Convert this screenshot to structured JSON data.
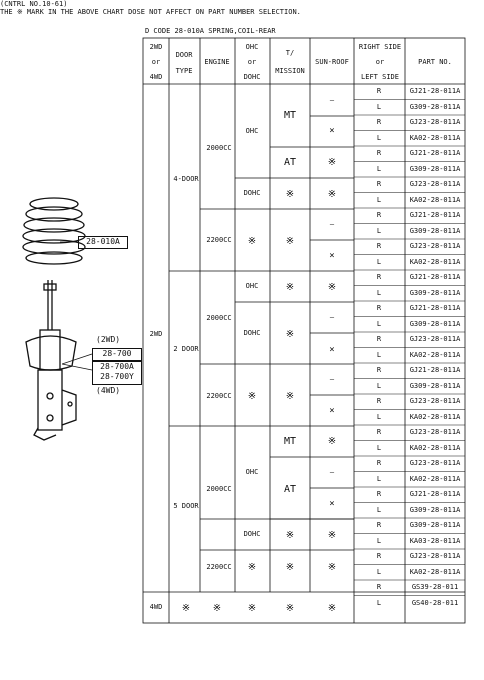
{
  "title": "D CODE  28-010A SPRING,COIL-REAR",
  "headers": {
    "wd": [
      "2WD",
      "or",
      "4WD"
    ],
    "door": [
      "DOOR",
      "TYPE"
    ],
    "engine": "ENGINE",
    "ohc": [
      "OHC",
      "or",
      "DOHC"
    ],
    "mission": [
      "T/",
      "MISSION"
    ],
    "sunroof": "SUN-ROOF",
    "side": [
      "RIGHT SIDE",
      "or",
      "LEFT SIDE"
    ],
    "part": "PART NO."
  },
  "rows": [
    {
      "side": "R",
      "part": "GJ21-28-011A"
    },
    {
      "side": "L",
      "part": "G309-28-011A"
    },
    {
      "side": "R",
      "part": "GJ23-28-011A"
    },
    {
      "side": "L",
      "part": "KA02-28-011A"
    },
    {
      "side": "R",
      "part": "GJ21-28-011A"
    },
    {
      "side": "L",
      "part": "G309-28-011A"
    },
    {
      "side": "R",
      "part": "GJ23-28-011A"
    },
    {
      "side": "L",
      "part": "KA02-28-011A"
    },
    {
      "side": "R",
      "part": "GJ21-28-011A"
    },
    {
      "side": "L",
      "part": "G309-28-011A"
    },
    {
      "side": "R",
      "part": "GJ23-28-011A"
    },
    {
      "side": "L",
      "part": "KA02-28-011A"
    },
    {
      "side": "R",
      "part": "GJ21-28-011A"
    },
    {
      "side": "L",
      "part": "G309-28-011A"
    },
    {
      "side": "R",
      "part": "GJ21-28-011A"
    },
    {
      "side": "L",
      "part": "G309-28-011A"
    },
    {
      "side": "R",
      "part": "GJ23-28-011A"
    },
    {
      "side": "L",
      "part": "KA02-28-011A"
    },
    {
      "side": "R",
      "part": "GJ21-28-011A"
    },
    {
      "side": "L",
      "part": "G309-28-011A"
    },
    {
      "side": "R",
      "part": "GJ23-28-011A"
    },
    {
      "side": "L",
      "part": "KA02-28-011A"
    },
    {
      "side": "R",
      "part": "GJ23-28-011A"
    },
    {
      "side": "L",
      "part": "KA02-28-011A"
    },
    {
      "side": "R",
      "part": "GJ23-28-011A"
    },
    {
      "side": "L",
      "part": "KA02-28-011A"
    },
    {
      "side": "R",
      "part": "GJ21-28-011A"
    },
    {
      "side": "L",
      "part": "G309-28-011A"
    },
    {
      "side": "R",
      "part": "G309-28-011A"
    },
    {
      "side": "L",
      "part": "KA03-28-011A"
    },
    {
      "side": "R",
      "part": "GJ23-28-011A"
    },
    {
      "side": "L",
      "part": "KA02-28-011A"
    },
    {
      "side": "R",
      "part": "GS39-28-011"
    },
    {
      "side": "L",
      "part": "GS40-28-011"
    }
  ],
  "cells": {
    "wd_2wd": "2WD",
    "wd_4wd": "4WD",
    "door_4": "4-DOOR",
    "door_2": "2 DOOR",
    "door_5": "5 DOOR",
    "eng_2000": "2000CC",
    "eng_2200": "2200CC",
    "ohc": "OHC",
    "dohc": "DOHC",
    "mt": "MT",
    "at": "AT",
    "kome": "※",
    "cross": "×",
    "dash": "–"
  },
  "diagram": {
    "spring_label": "28-010A",
    "wd2": "(2WD)",
    "p1": "28-700",
    "p2": "28-700A",
    "p3": "28-700Y",
    "wd4": "(4WD)"
  },
  "notes": {
    "cntrl": "(CNTRL NO.10-61)",
    "footer": "THE ※ MARK IN THE ABOVE CHART DOSE NOT AFFECT ON PART NUMBER SELECTION."
  }
}
